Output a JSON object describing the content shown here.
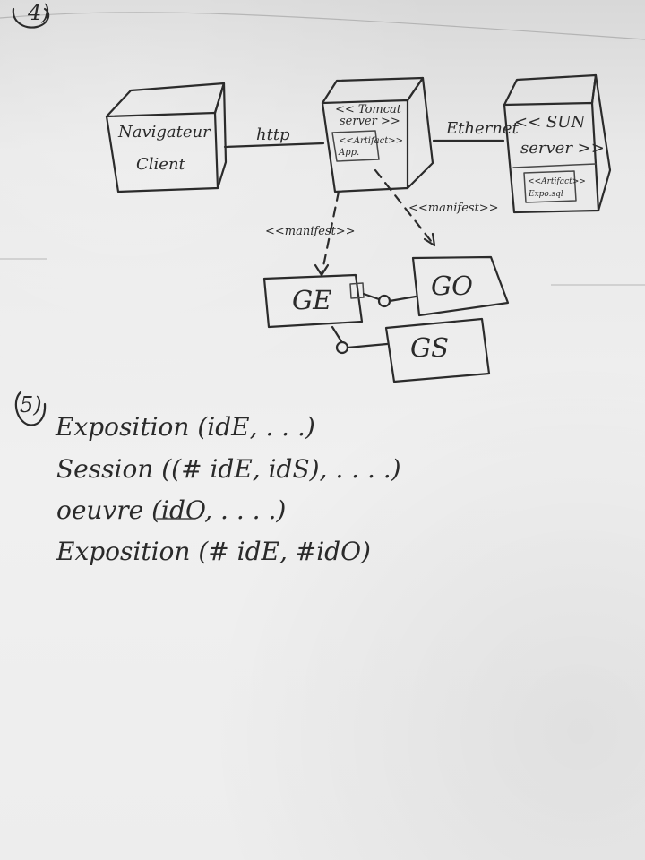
{
  "page": {
    "section_top": "4)",
    "section_bottom": "5)"
  },
  "diagram": {
    "browser": {
      "line1": "Navigateur",
      "line2": "Client"
    },
    "link_http": "http",
    "tomcat": {
      "line1": "<< Tomcat",
      "line2": "server >>",
      "artifact_line1": "<<Artifact>>",
      "artifact_line2": "App."
    },
    "link_ethernet": "Ethernet",
    "sun": {
      "line1": "<< SUN",
      "line2": "server >>",
      "artifact_line1": "<<Artifact>>",
      "artifact_line2": "Expo.sql"
    },
    "manifest_left": "<<manifest>>",
    "manifest_right": "<<manifest>>",
    "components": {
      "ge": "GE",
      "go": "GO",
      "gs": "GS"
    }
  },
  "schema": {
    "line1": "Exposition (idE, . . .)",
    "line2": "Session ((# idE, idS), . . . .)",
    "line3": "oeuvre (idO, . . . .)",
    "line4": "Exposition (# idE, #idO)"
  }
}
